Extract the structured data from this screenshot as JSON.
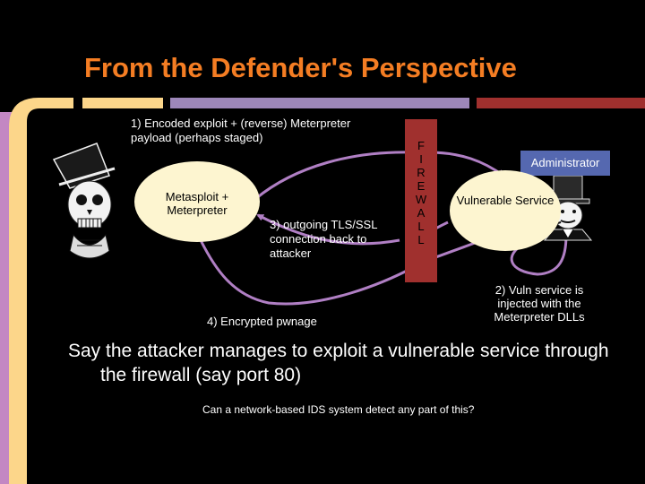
{
  "slide": {
    "title": "From the Defender's Perspective",
    "label_payload": "1) Encoded exploit + (reverse) Meterpreter payload (perhaps staged)",
    "attacker_node": "Metasploit + Meterpreter",
    "label_outgoing": "3) outgoing TLS/SSL connection back to attacker",
    "label_pwnage": "4) Encrypted pwnage",
    "firewall_letters": [
      "F",
      "I",
      "R",
      "E",
      "W",
      "A",
      "L",
      "L"
    ],
    "admin_label": "Administrator",
    "victim_node": "Vulnerable Service",
    "label_injected": "2) Vuln service is injected with the Meterpreter DLLs",
    "statement": "Say the attacker manages to exploit a vulnerable service through the firewall (say port 80)",
    "question": "Can a network-based IDS system detect any part of this?"
  },
  "colors": {
    "title": "#F47D23",
    "frame_yellow": "#FCD68A",
    "frame_purple": "#9D87B9",
    "frame_red": "#A0302E",
    "node_fill": "#FDF5D0",
    "arrow": "#B07FC4",
    "admin_box": "#5568B0"
  },
  "icons": {
    "attacker": "skull-top-hat-icon",
    "administrator": "man-top-hat-pipe-icon"
  }
}
